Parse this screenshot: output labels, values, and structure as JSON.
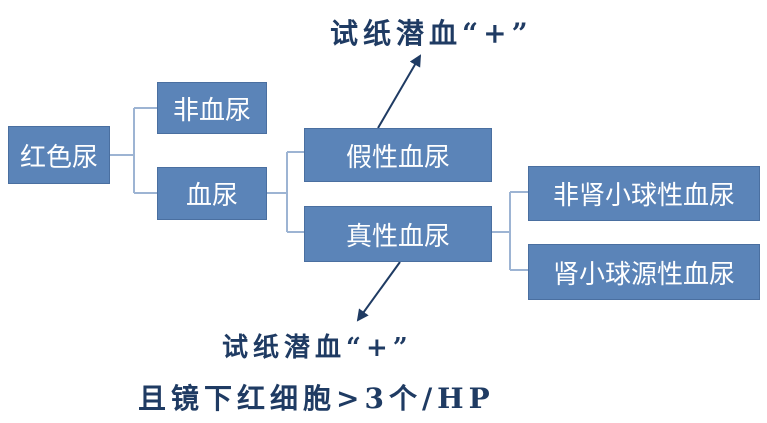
{
  "colors": {
    "box_fill": "#5b84b8",
    "connector": "#9db4d3",
    "arrow": "#1f3b63",
    "annotation_text": "#1f3b63"
  },
  "nodes": {
    "root": "红色尿",
    "non_hematuria": "非血尿",
    "hematuria": "血尿",
    "false_hematuria": "假性血尿",
    "true_hematuria": "真性血尿",
    "non_glomerular": "非肾小球性血尿",
    "glomerular": "肾小球源性血尿"
  },
  "annotations": {
    "false_note": "试纸潜血“+”",
    "true_note_line1": "试纸潜血“+”",
    "true_note_line2": "且镜下红细胞>3个/HP"
  }
}
